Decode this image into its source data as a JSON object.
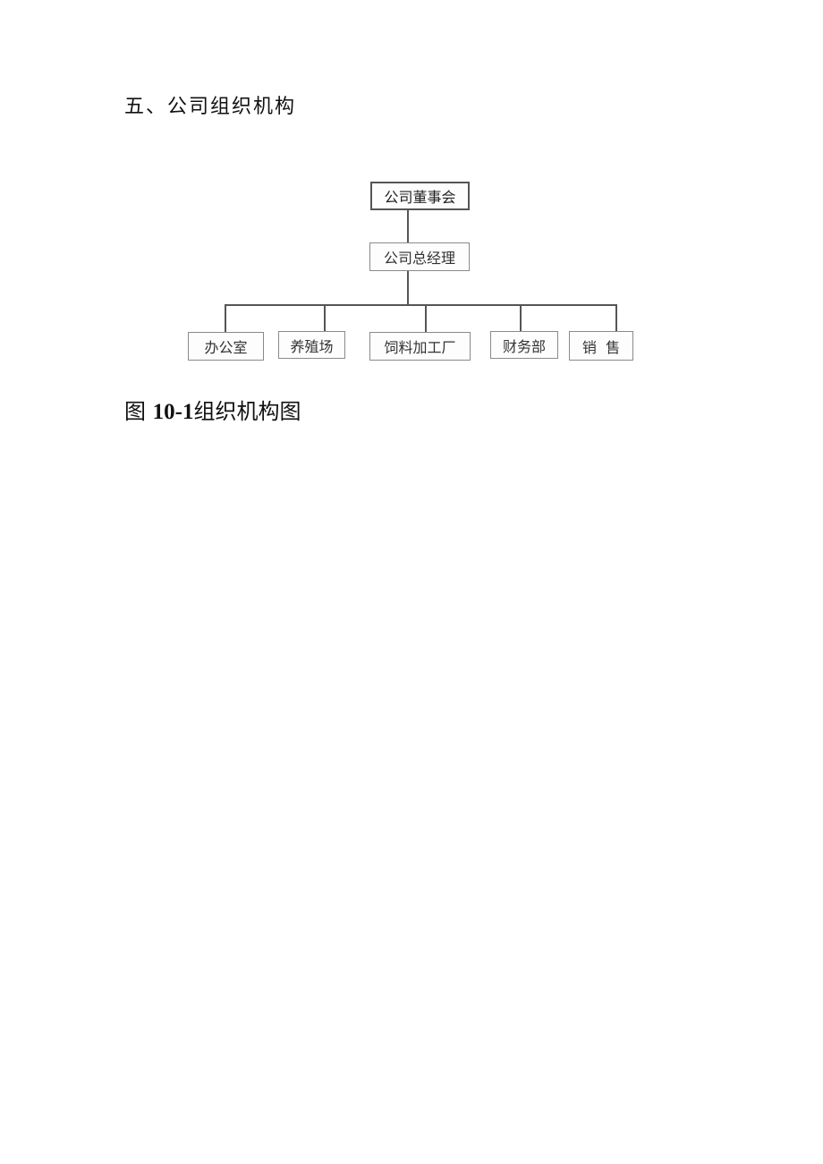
{
  "section_heading": "五、公司组织机构",
  "org_chart": {
    "root": "公司董事会",
    "level2": "公司总经理",
    "departments": [
      {
        "label": "办公室"
      },
      {
        "label": "养殖场"
      },
      {
        "label": "饲料加工厂"
      },
      {
        "label": "财务部"
      },
      {
        "label": "销  售"
      }
    ]
  },
  "caption": {
    "prefix": "图 ",
    "number": "10-1",
    "text": "组织机构图"
  }
}
